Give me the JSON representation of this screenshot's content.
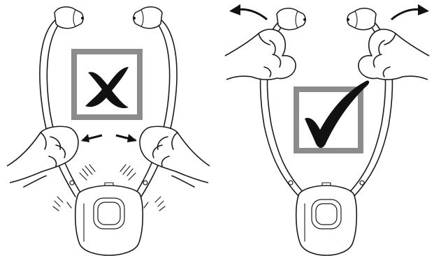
{
  "figure": {
    "panels": [
      {
        "id": "wrong",
        "verdict_icon": "cross-mark-icon",
        "verdict": "incorrect"
      },
      {
        "id": "correct",
        "verdict_icon": "check-mark-icon",
        "verdict": "correct"
      }
    ],
    "colors": {
      "frame_gray": "#8c8c8c",
      "ink": "#111111",
      "background": "#ffffff"
    }
  }
}
